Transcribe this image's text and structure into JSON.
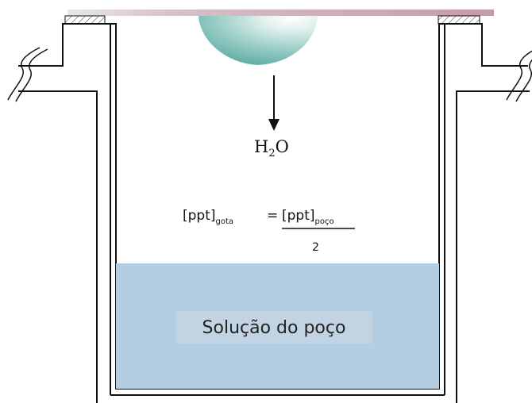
{
  "labels": {
    "water": "H",
    "water_sub": "2",
    "water_o": "O",
    "left_bracket": "[ppt]",
    "left_sub": "gota",
    "equals": "=",
    "right_bracket": "[ppt]",
    "right_sub": "poço",
    "denominator": "2",
    "solution": "Solução do poço"
  },
  "colors": {
    "cover_slip": "#c89aa5",
    "drop_light": "#e9f5f1",
    "drop_dark": "#67b3ab",
    "solution_fill": "#b3cde2",
    "solution_label_bg": "#c2d4e4",
    "ink": "#111111"
  },
  "icons": {
    "arrow": "down-arrow-icon",
    "break_marks": "wavy-break-icon"
  }
}
